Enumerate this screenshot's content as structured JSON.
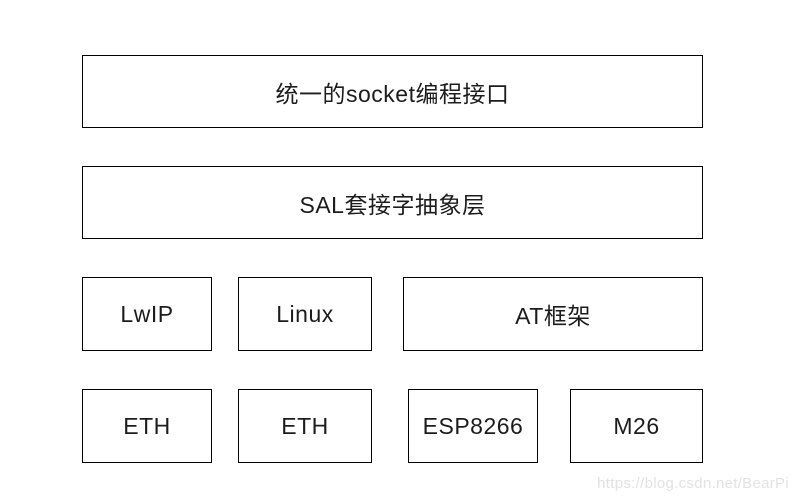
{
  "diagram": {
    "rows": [
      {
        "boxes": [
          {
            "label": "统一的socket编程接口"
          }
        ]
      },
      {
        "boxes": [
          {
            "label": "SAL套接字抽象层"
          }
        ]
      },
      {
        "boxes": [
          {
            "label": "LwIP"
          },
          {
            "label": "Linux"
          },
          {
            "label": "AT框架"
          }
        ]
      },
      {
        "boxes": [
          {
            "label": "ETH"
          },
          {
            "label": "ETH"
          },
          {
            "label": "ESP8266"
          },
          {
            "label": "M26"
          }
        ]
      }
    ]
  },
  "watermark": {
    "text": "https://blog.csdn.net/BearPi",
    "color": "#e2e2e2"
  },
  "colors": {
    "background": "#ffffff",
    "box_border": "#000000",
    "box_fill": "#ffffff",
    "text": "#1c1c1c"
  }
}
